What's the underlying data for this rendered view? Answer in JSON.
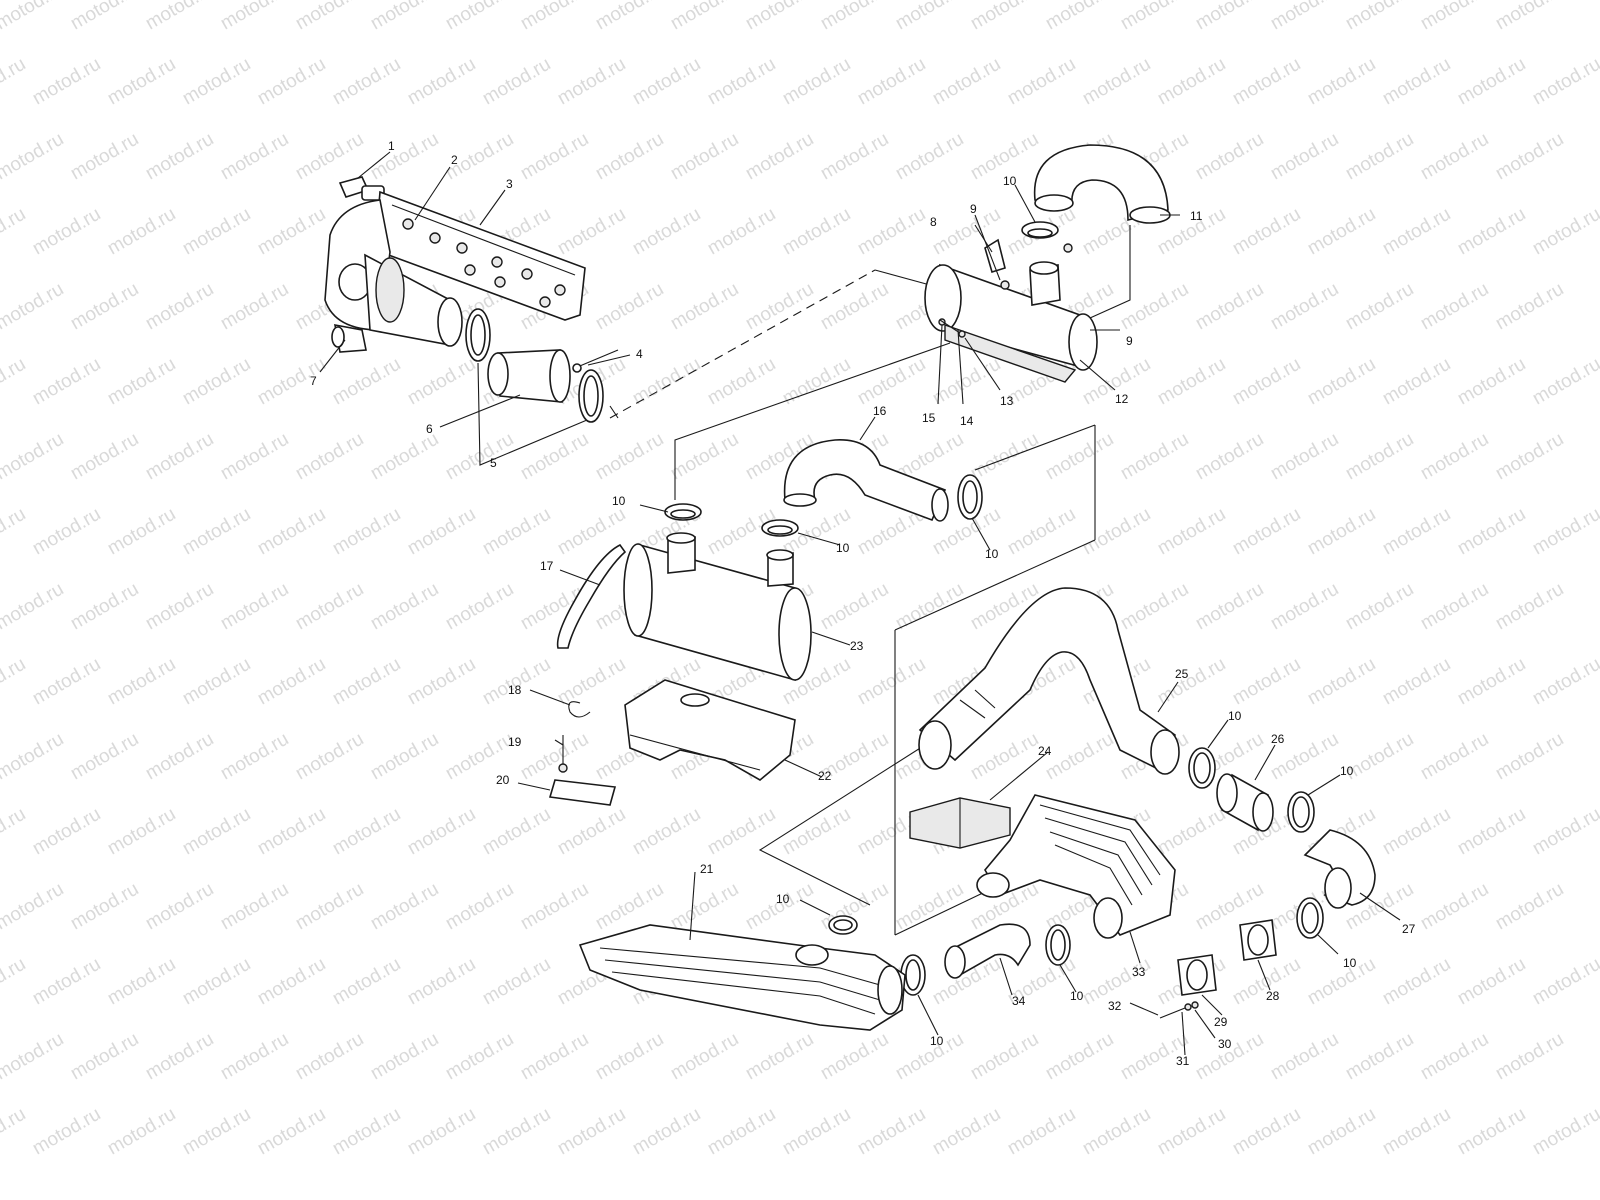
{
  "watermark": {
    "text": "motod.ru"
  },
  "callouts": [
    {
      "id": "c1",
      "text": "1"
    },
    {
      "id": "c2",
      "text": "2"
    },
    {
      "id": "c3",
      "text": "3"
    },
    {
      "id": "c4",
      "text": "4"
    },
    {
      "id": "c5",
      "text": "5"
    },
    {
      "id": "c6",
      "text": "6"
    },
    {
      "id": "c7",
      "text": "7"
    },
    {
      "id": "c8",
      "text": "8"
    },
    {
      "id": "c9a",
      "text": "9"
    },
    {
      "id": "c9b",
      "text": "9"
    },
    {
      "id": "c10a",
      "text": "10"
    },
    {
      "id": "c11",
      "text": "11"
    },
    {
      "id": "c12",
      "text": "12"
    },
    {
      "id": "c13",
      "text": "13"
    },
    {
      "id": "c14",
      "text": "14"
    },
    {
      "id": "c15",
      "text": "15"
    },
    {
      "id": "c16",
      "text": "16"
    },
    {
      "id": "c10b",
      "text": "10"
    },
    {
      "id": "c10c",
      "text": "10"
    },
    {
      "id": "c10d",
      "text": "10"
    },
    {
      "id": "c17",
      "text": "17"
    },
    {
      "id": "c23",
      "text": "23"
    },
    {
      "id": "c18",
      "text": "18"
    },
    {
      "id": "c19",
      "text": "19"
    },
    {
      "id": "c20",
      "text": "20"
    },
    {
      "id": "c22",
      "text": "22"
    },
    {
      "id": "c25",
      "text": "25"
    },
    {
      "id": "c10e",
      "text": "10"
    },
    {
      "id": "c26",
      "text": "26"
    },
    {
      "id": "c10f",
      "text": "10"
    },
    {
      "id": "c24",
      "text": "24"
    },
    {
      "id": "c27",
      "text": "27"
    },
    {
      "id": "c21",
      "text": "21"
    },
    {
      "id": "c10g",
      "text": "10"
    },
    {
      "id": "c33",
      "text": "33"
    },
    {
      "id": "c10h",
      "text": "10"
    },
    {
      "id": "c28",
      "text": "28"
    },
    {
      "id": "c34",
      "text": "34"
    },
    {
      "id": "c10i",
      "text": "10"
    },
    {
      "id": "c10j",
      "text": "10"
    },
    {
      "id": "c29",
      "text": "29"
    },
    {
      "id": "c32",
      "text": "32"
    },
    {
      "id": "c30",
      "text": "30"
    },
    {
      "id": "c31",
      "text": "31"
    }
  ]
}
